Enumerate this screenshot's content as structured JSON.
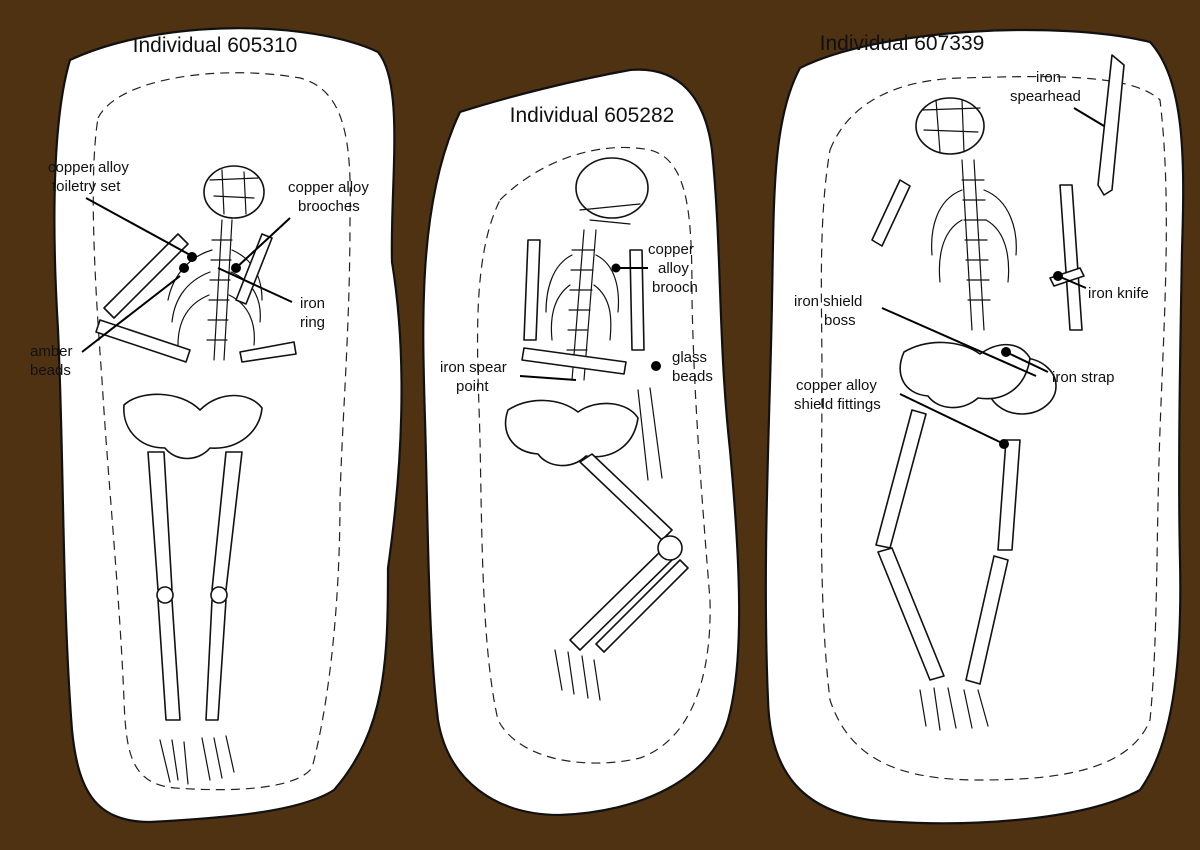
{
  "background_color": "#4f3212",
  "panel_color": "#ffffff",
  "individuals": [
    {
      "title": "Individual 605310",
      "labels": [
        {
          "line1": "copper alloy",
          "line2": "toiletry set"
        },
        {
          "line1": "copper alloy",
          "line2": "brooches"
        },
        {
          "line1": "iron",
          "line2": "ring"
        },
        {
          "line1": "amber",
          "line2": "beads"
        }
      ]
    },
    {
      "title": "Individual 605282",
      "labels": [
        {
          "line1": "copper",
          "line2": "alloy",
          "line3": "brooch"
        },
        {
          "line1": "glass",
          "line2": "beads"
        },
        {
          "line1": "iron spear",
          "line2": "point"
        }
      ]
    },
    {
      "title": "Individual 607339",
      "labels": [
        {
          "line1": "iron",
          "line2": "spearhead"
        },
        {
          "line1": "iron knife"
        },
        {
          "line1": "iron shield",
          "line2": "boss"
        },
        {
          "line1": "iron strap"
        },
        {
          "line1": "copper alloy",
          "line2": "shield fittings"
        }
      ]
    }
  ]
}
